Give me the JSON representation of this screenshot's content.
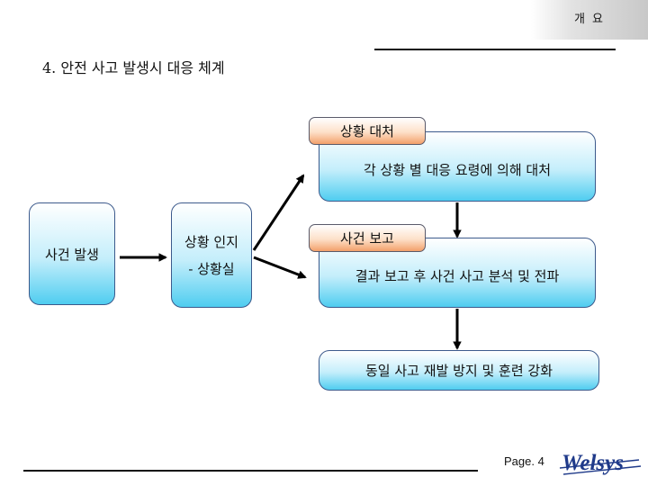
{
  "header": {
    "tab_label": "개 요"
  },
  "page": {
    "title": "4. 안전 사고 발생시 대응 체계"
  },
  "diagram": {
    "nodes": {
      "incident": "사건 발생",
      "recognition_line1": "상황 인지",
      "recognition_line2": "- 상황실",
      "response_tag": "상황 대처",
      "response_box": "각 상황 별 대응 요령에 의해 대처",
      "report_tag": "사건 보고",
      "report_box": "결과 보고 후 사건 사고 분석 및 전파",
      "prevention_box": "동일 사고 재발 방지 및 훈련 강화"
    }
  },
  "footer": {
    "page_label": "Page. 4",
    "logo_text": "Welsys"
  },
  "colors": {
    "box_fill": "#c4eefb",
    "box_border": "#3c5a8c",
    "tag_fill": "#f3a06a",
    "arrow": "#000000"
  }
}
